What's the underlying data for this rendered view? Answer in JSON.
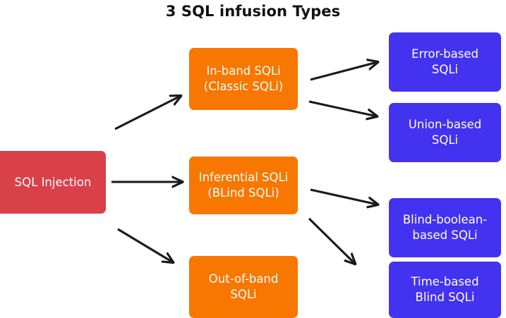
{
  "title": "3 SQL infusion Types",
  "colors": {
    "root": "#d9414a",
    "mid": "#f87700",
    "leaf": "#4332f0",
    "arrow": "#1a1a1a",
    "background": "#ffffff",
    "title_text": "#121212",
    "node_text": "#ffffff"
  },
  "nodes": {
    "root": {
      "label": "SQL Injection"
    },
    "mid": [
      {
        "label": "In-band SQLi\n(Classic SQLi)"
      },
      {
        "label": "Inferential SQLi\n(BLind SQLi)"
      },
      {
        "label": "Out-of-band\nSQLi"
      }
    ],
    "leaf": [
      {
        "label": "Error-based\nSQLi"
      },
      {
        "label": "Union-based\nSQLi"
      },
      {
        "label": "Blind-boolean-\nbased SQLi"
      },
      {
        "label": "Time-based\nBlind SQLi"
      }
    ]
  },
  "edges": [
    {
      "name": "sql-injection-to-in-band",
      "from": "root",
      "to": "in-band"
    },
    {
      "name": "sql-injection-to-inferential",
      "from": "root",
      "to": "inferential"
    },
    {
      "name": "sql-injection-to-out-of-band",
      "from": "root",
      "to": "out-of-band"
    },
    {
      "name": "in-band-to-error-based",
      "from": "in-band",
      "to": "error-based"
    },
    {
      "name": "in-band-to-union-based",
      "from": "in-band",
      "to": "union-based"
    },
    {
      "name": "inferential-to-blind-boolean",
      "from": "inferential",
      "to": "blind-boolean-based"
    },
    {
      "name": "inferential-to-time-based",
      "from": "inferential",
      "to": "time-based-blind"
    }
  ]
}
